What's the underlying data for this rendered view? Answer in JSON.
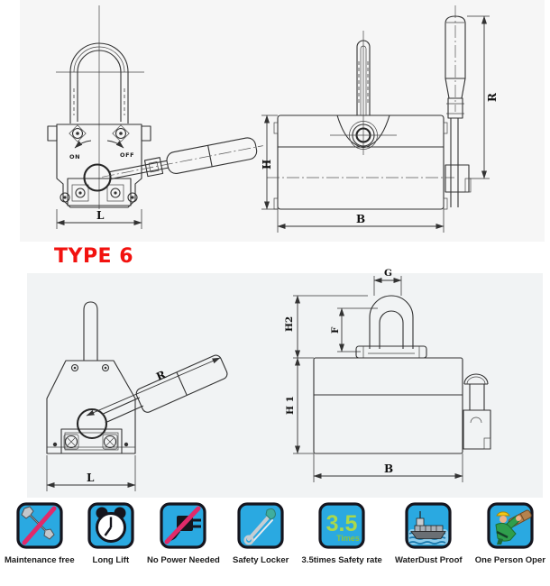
{
  "type_label": "TYPE 6",
  "views": {
    "top_front": {
      "on": "ON",
      "off": "OFF",
      "L": "L"
    },
    "top_side": {
      "H": "H",
      "B": "B",
      "R": "R"
    },
    "bottom_front": {
      "R": "R",
      "L": "L"
    },
    "bottom_side": {
      "G": "G",
      "F": "F",
      "H2": "H2",
      "H1": "H 1",
      "B": "B"
    }
  },
  "features": [
    {
      "icon": "wrench-crossed-icon",
      "label": "Maintenance free"
    },
    {
      "icon": "alarm-clock-icon",
      "label": "Long Lift"
    },
    {
      "icon": "plug-crossed-icon",
      "label": "No Power Needed"
    },
    {
      "icon": "safety-pin-icon",
      "label": "Safety Locker"
    },
    {
      "icon": "safety-rate-icon",
      "label": "3.5times Safety rate",
      "badge": "3.5",
      "badge_unit": "Times"
    },
    {
      "icon": "ship-icon",
      "label": "WaterDust Proof"
    },
    {
      "icon": "worker-icon",
      "label": "One Person Oper"
    }
  ],
  "colors": {
    "type_label_red": "#f2120f",
    "icon_blue": "#2aa9e1",
    "icon_border": "#15151e",
    "prohibit_pink": "#e02a6a",
    "safety_green": "#a9d84b",
    "drawing_line": "#323232"
  }
}
